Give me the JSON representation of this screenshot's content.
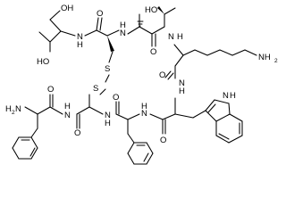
{
  "molecule": {
    "atoms": {
      "oh_top": "OH",
      "ho_threo_1": "HO",
      "ho_threo_2": "HO",
      "nh_1": "N",
      "nh_2": "N",
      "nh_3": "N",
      "nh_4": "N",
      "nh_5": "N",
      "nh_6": "N",
      "nh_7": "N",
      "h_suffix": "H",
      "o_1": "O",
      "o_2": "O",
      "o_3": "O",
      "o_4": "O",
      "o_5": "O",
      "o_6": "O",
      "s_1": "S",
      "s_2": "S",
      "nh2_lys": "NH",
      "nh2_lys_sub": "2",
      "h2n_phe": "H",
      "h2n_phe_sub": "2",
      "h2n_phe_n": "N",
      "nh_indole": "N",
      "h_indole": "H"
    }
  }
}
